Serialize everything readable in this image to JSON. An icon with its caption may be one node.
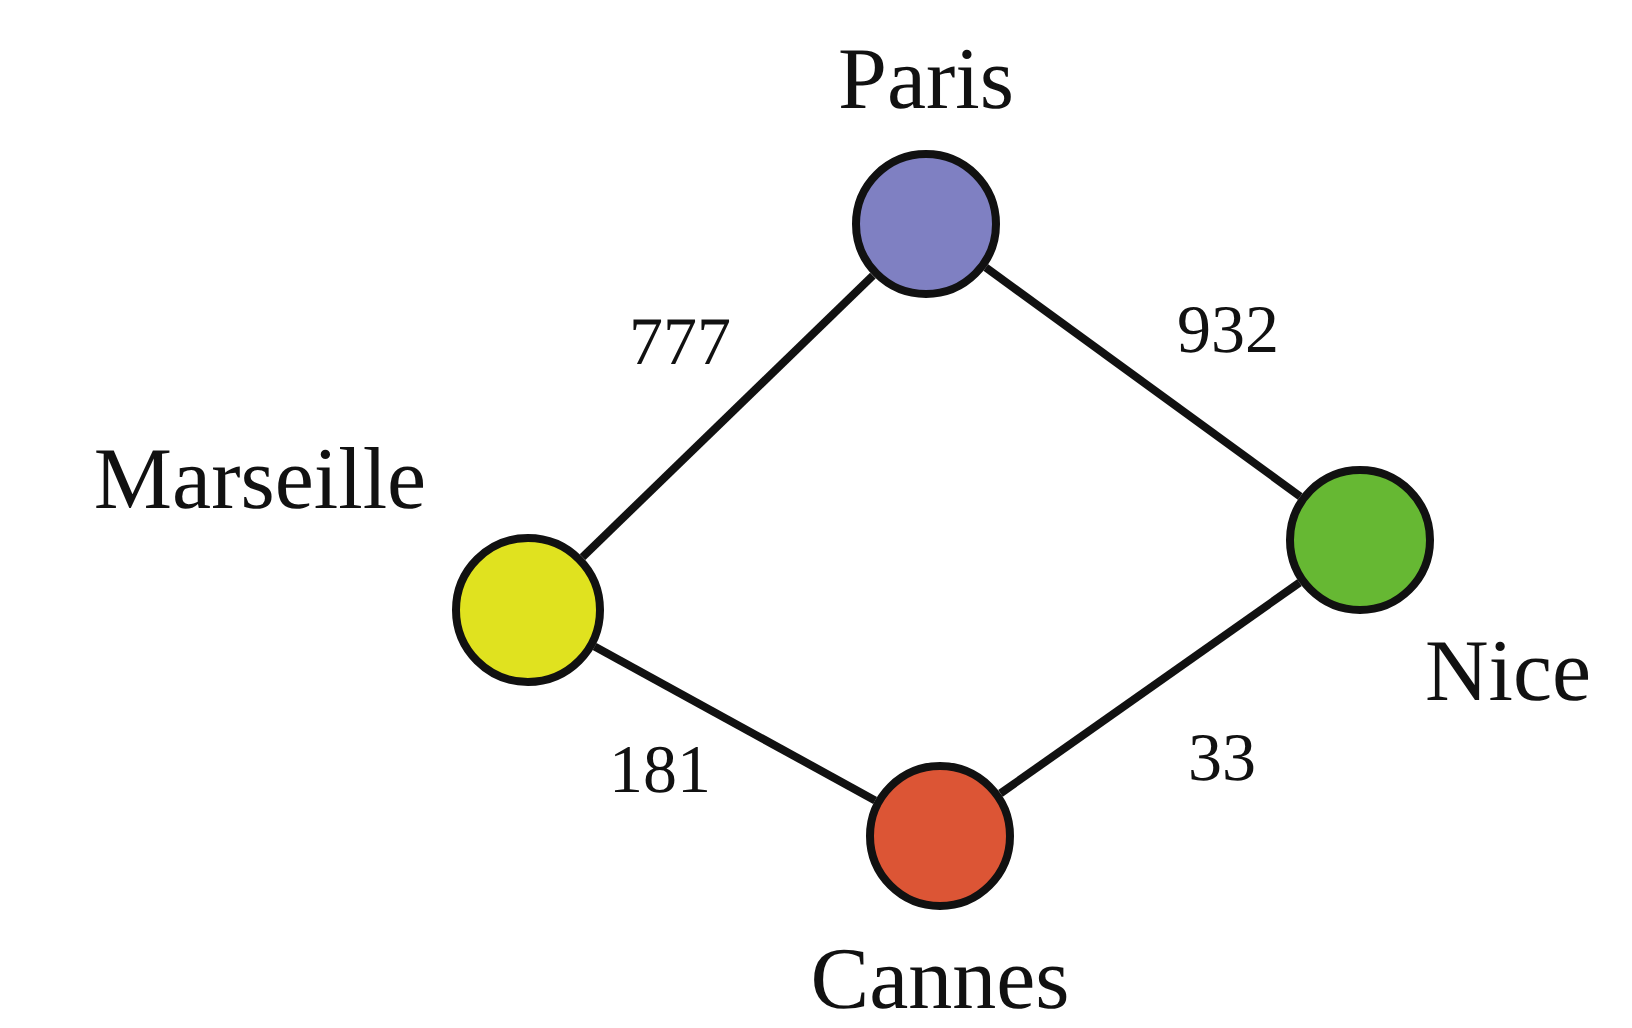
{
  "diagram": {
    "nodes": [
      {
        "text": [
          "Paris"
        ]
      },
      {
        "text": [
          "Marseille"
        ]
      },
      {
        "text": [
          "Nice"
        ]
      },
      {
        "text": [
          "Cannes"
        ]
      }
    ],
    "edges": [
      {
        "from": 1,
        "to": 0,
        "arrow": "none",
        "label": "777"
      },
      {
        "from": 0,
        "to": 2,
        "arrow": "none",
        "label": "932"
      },
      {
        "from": 1,
        "to": 3,
        "arrow": "none",
        "label": "181"
      },
      {
        "from": 3,
        "to": 2,
        "arrow": "none",
        "label": "33"
      }
    ]
  }
}
